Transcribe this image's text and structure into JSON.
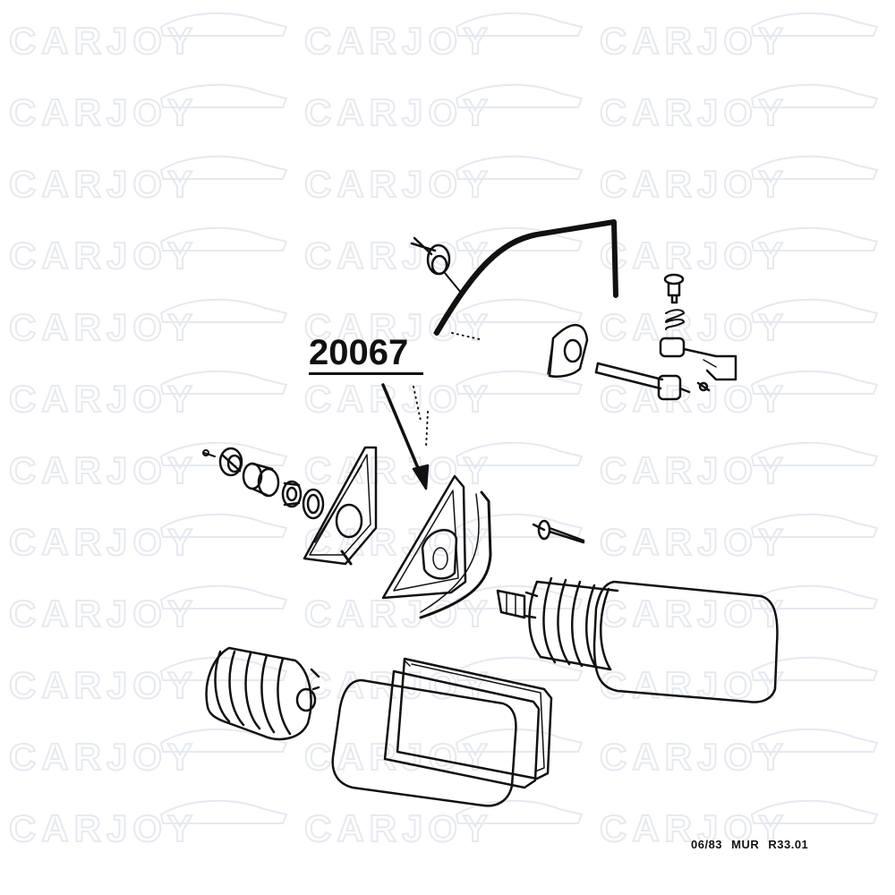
{
  "diagram": {
    "part_label": "20067",
    "reference_code": "06/83  MUR  R33.01",
    "watermark_text": "CARJOY"
  },
  "colors": {
    "ink": "#111111",
    "watermark": "#e6e9ef",
    "background": "#ffffff"
  }
}
